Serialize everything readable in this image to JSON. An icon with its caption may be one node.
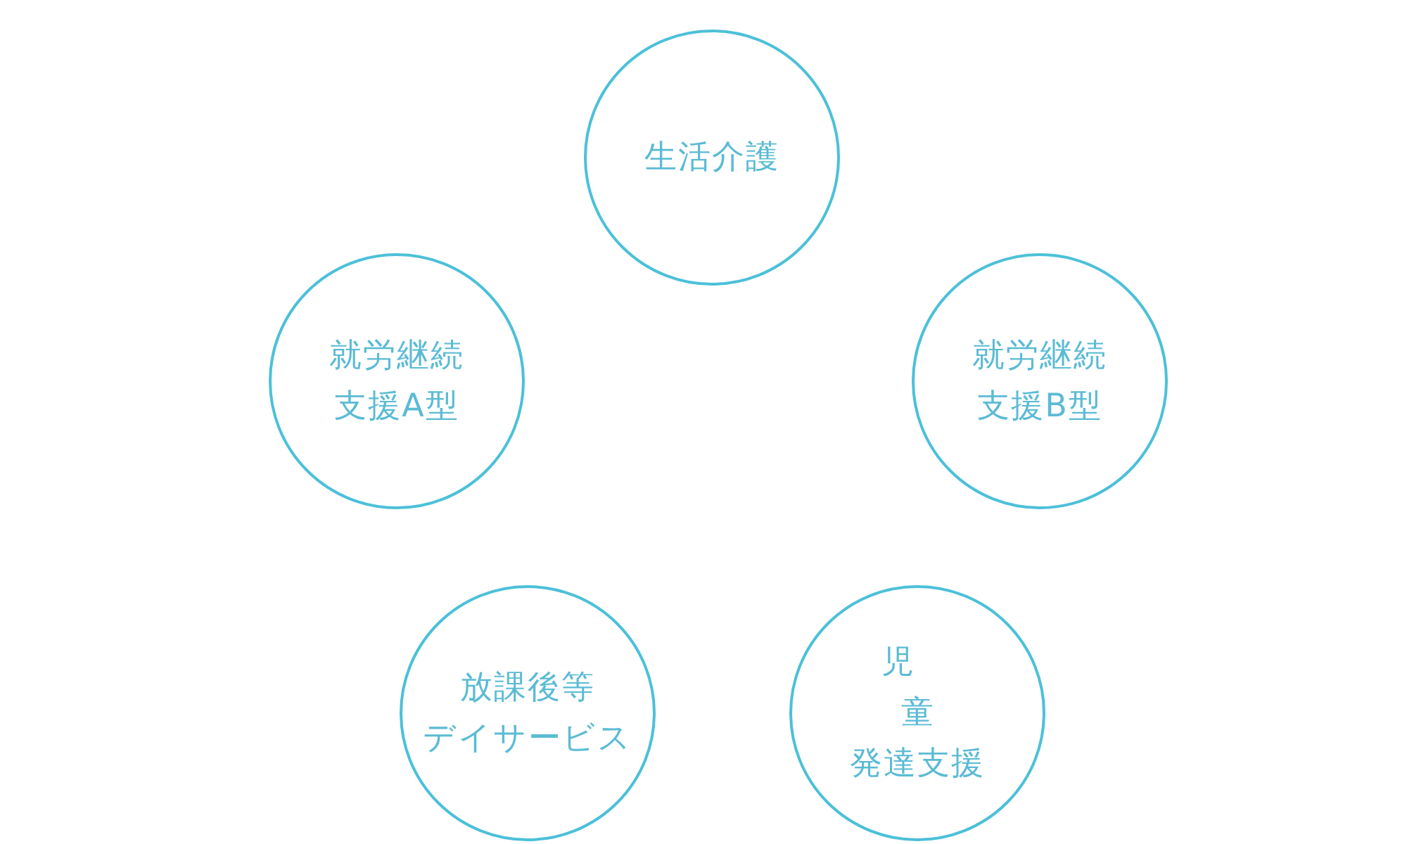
{
  "diagram": {
    "nodes": [
      {
        "text": [
          "生活介護"
        ]
      },
      {
        "text": [
          "就労継続支援A型"
        ]
      },
      {
        "text": [
          "就労継続支援B型"
        ]
      },
      {
        "text": [
          "放課後等デイサービス"
        ]
      },
      {
        "text": [
          "児童発達支援"
        ]
      }
    ]
  }
}
